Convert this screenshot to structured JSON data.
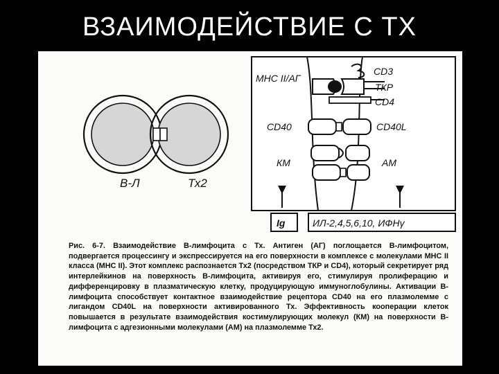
{
  "slide": {
    "title": "ВЗАИМОДЕЙСТВИЕ С ТХ"
  },
  "figure": {
    "cell_labels": {
      "b_cell": "В-Л",
      "t_cell": "Тх2"
    },
    "molecule_labels": {
      "mhc": "МНС II/АГ",
      "cd3": "CD3",
      "tcr": "ТКР",
      "cd4": "CD4",
      "cd40": "CD40",
      "cd40l": "CD40L",
      "km": "КМ",
      "am": "АМ"
    },
    "output_labels": {
      "ig": "Ig",
      "interleukins": "ИЛ-2,4,5,6,10, ИФНγ"
    },
    "caption": "Рис. 6-7. Взаимодействие В-лимфоцита с Тх. Антиген (АГ) поглощается В-лимфоцитом, подвергается процессингу и экспрессируется на его поверхности в комплексе с молекулами МНС II класса (МНС II). Этот комплекс распознается Тх2 (посредством ТКР и CD4), который секретирует ряд интерлейкинов на поверхность В-лимфоцита, активируя его, стимулируя пролиферацию и дифференцировку в плазматическую клетку, продуцирующую иммуноглобулины. Активации В-лимфоцита способствует контактное взаимодействие рецептора CD40 на его плазмолемме с лигандом CD40L на поверхности активированного Тх. Эффективность кооперации клеток повышается в результате взаимодействия костимулирующих молекул (КМ) на поверхности В-лимфоцита с адгезионными молекулами (АМ) на плазмолемме Тх2."
  }
}
